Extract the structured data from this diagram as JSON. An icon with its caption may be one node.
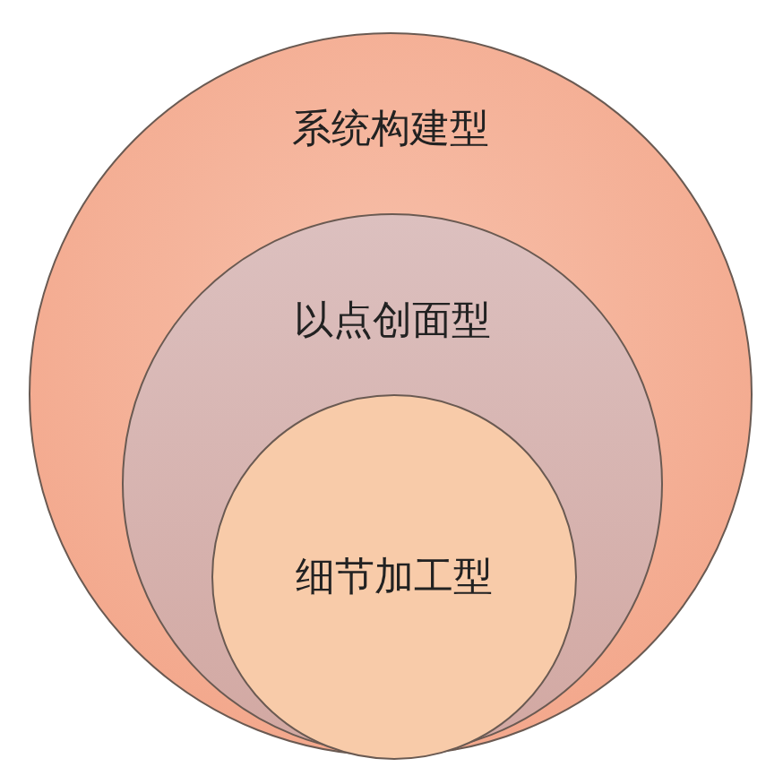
{
  "diagram": {
    "nodes": [
      {
        "text": [
          "系统构建型"
        ]
      },
      {
        "text": [
          "以点创面型"
        ],
        "in": 0
      },
      {
        "text": [
          "细节加工型"
        ],
        "in": 1
      }
    ]
  }
}
